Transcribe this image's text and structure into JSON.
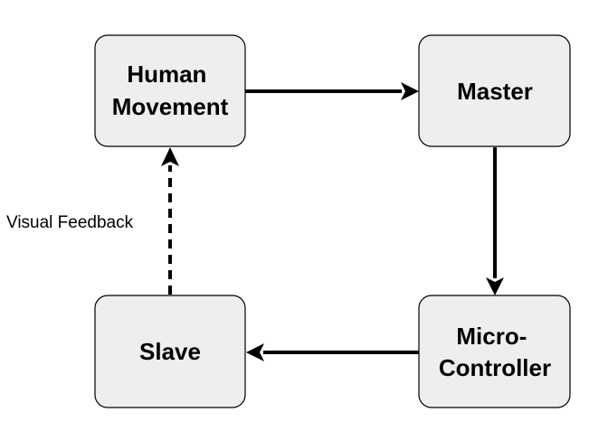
{
  "nodes": {
    "human_movement": {
      "lines": [
        "Human",
        "Movement"
      ]
    },
    "master": {
      "lines": [
        "Master"
      ]
    },
    "micro_controller": {
      "lines": [
        "Micro-",
        "Controller"
      ]
    },
    "slave": {
      "lines": [
        "Slave"
      ]
    }
  },
  "edges": {
    "visual_feedback": {
      "label": "Visual Feedback"
    }
  },
  "colors": {
    "node_fill": "#eeeeee",
    "stroke": "#000000"
  }
}
